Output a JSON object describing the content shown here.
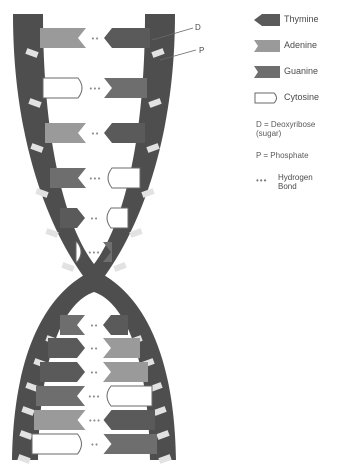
{
  "legend": {
    "thymine": "Thymine",
    "adenine": "Adenine",
    "guanine": "Guanine",
    "cytosine": "Cytosine",
    "deoxyribose_line1": "D = Deoxyribose",
    "deoxyribose_line2": "(sugar)",
    "phosphate": "P = Phosphate",
    "hydrogen_line1": "Hydrogen",
    "hydrogen_line2": "Bond",
    "hydrogen_symbol": "•••"
  },
  "labels": {
    "d": "D",
    "p": "P"
  },
  "colors": {
    "backbone": "#4e4e4e",
    "phosphate": "#e2e2e2",
    "thymine": "#5a5a5a",
    "adenine": "#9a9a9a",
    "guanine": "#6e6e6e",
    "cytosine": "#ffffff"
  },
  "base_pairs": [
    {
      "left": "adenine",
      "right": "thymine",
      "bond": "••"
    },
    {
      "left": "cytosine",
      "right": "guanine",
      "bond": "•••"
    },
    {
      "left": "adenine",
      "right": "thymine",
      "bond": "••"
    },
    {
      "left": "guanine",
      "right": "cytosine",
      "bond": "•••"
    },
    {
      "left": "thymine",
      "right": "cytosine",
      "bond": "••"
    },
    {
      "left": "cytosine",
      "right": "guanine",
      "bond": "•••"
    },
    {
      "left": "guanine",
      "right": "thymine",
      "bond": "••"
    },
    {
      "left": "thymine",
      "right": "adenine",
      "bond": "••"
    },
    {
      "left": "thymine",
      "right": "adenine",
      "bond": "••"
    },
    {
      "left": "guanine",
      "right": "cytosine",
      "bond": "•••"
    },
    {
      "left": "adenine",
      "right": "thymine",
      "bond": "•••"
    },
    {
      "left": "cytosine",
      "right": "guanine",
      "bond": "••"
    }
  ]
}
